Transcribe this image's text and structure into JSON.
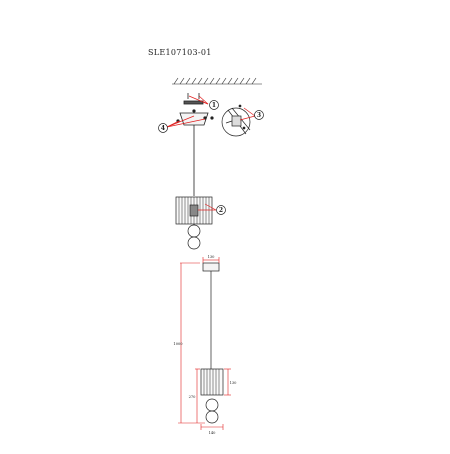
{
  "document": {
    "model_code": "SLE107103-01"
  },
  "callouts": [
    "1",
    "2",
    "3",
    "4"
  ],
  "dimensions": {
    "canopy_width": "130",
    "total_height": "1000",
    "shade_height": "130",
    "body_height": "270",
    "shade_width": "140"
  },
  "colors": {
    "line": "#222222",
    "leader": "#e02020",
    "dim_line": "#e02020"
  }
}
